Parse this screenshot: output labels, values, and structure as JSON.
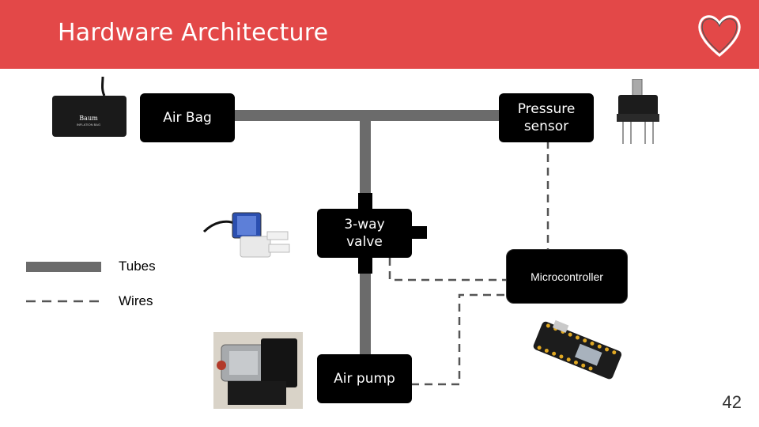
{
  "header": {
    "title": "Hardware Architecture",
    "color": "#e34848"
  },
  "nodes": {
    "air_bag": "Air Bag",
    "pressure_sensor": "Pressure\nsensor",
    "valve": "3-way\nvalve",
    "microcontroller": "Microcontroller",
    "air_pump": "Air pump"
  },
  "photos": {
    "bag_brand": "Baum",
    "bag_sub": "INFLATION BAG"
  },
  "legend": {
    "tubes": "Tubes",
    "wires": "Wires"
  },
  "page_number": "42",
  "colors": {
    "tube": "#6b6b6b",
    "wire": "#555555",
    "box": "#000000"
  },
  "icons": [
    "heart-icon"
  ]
}
